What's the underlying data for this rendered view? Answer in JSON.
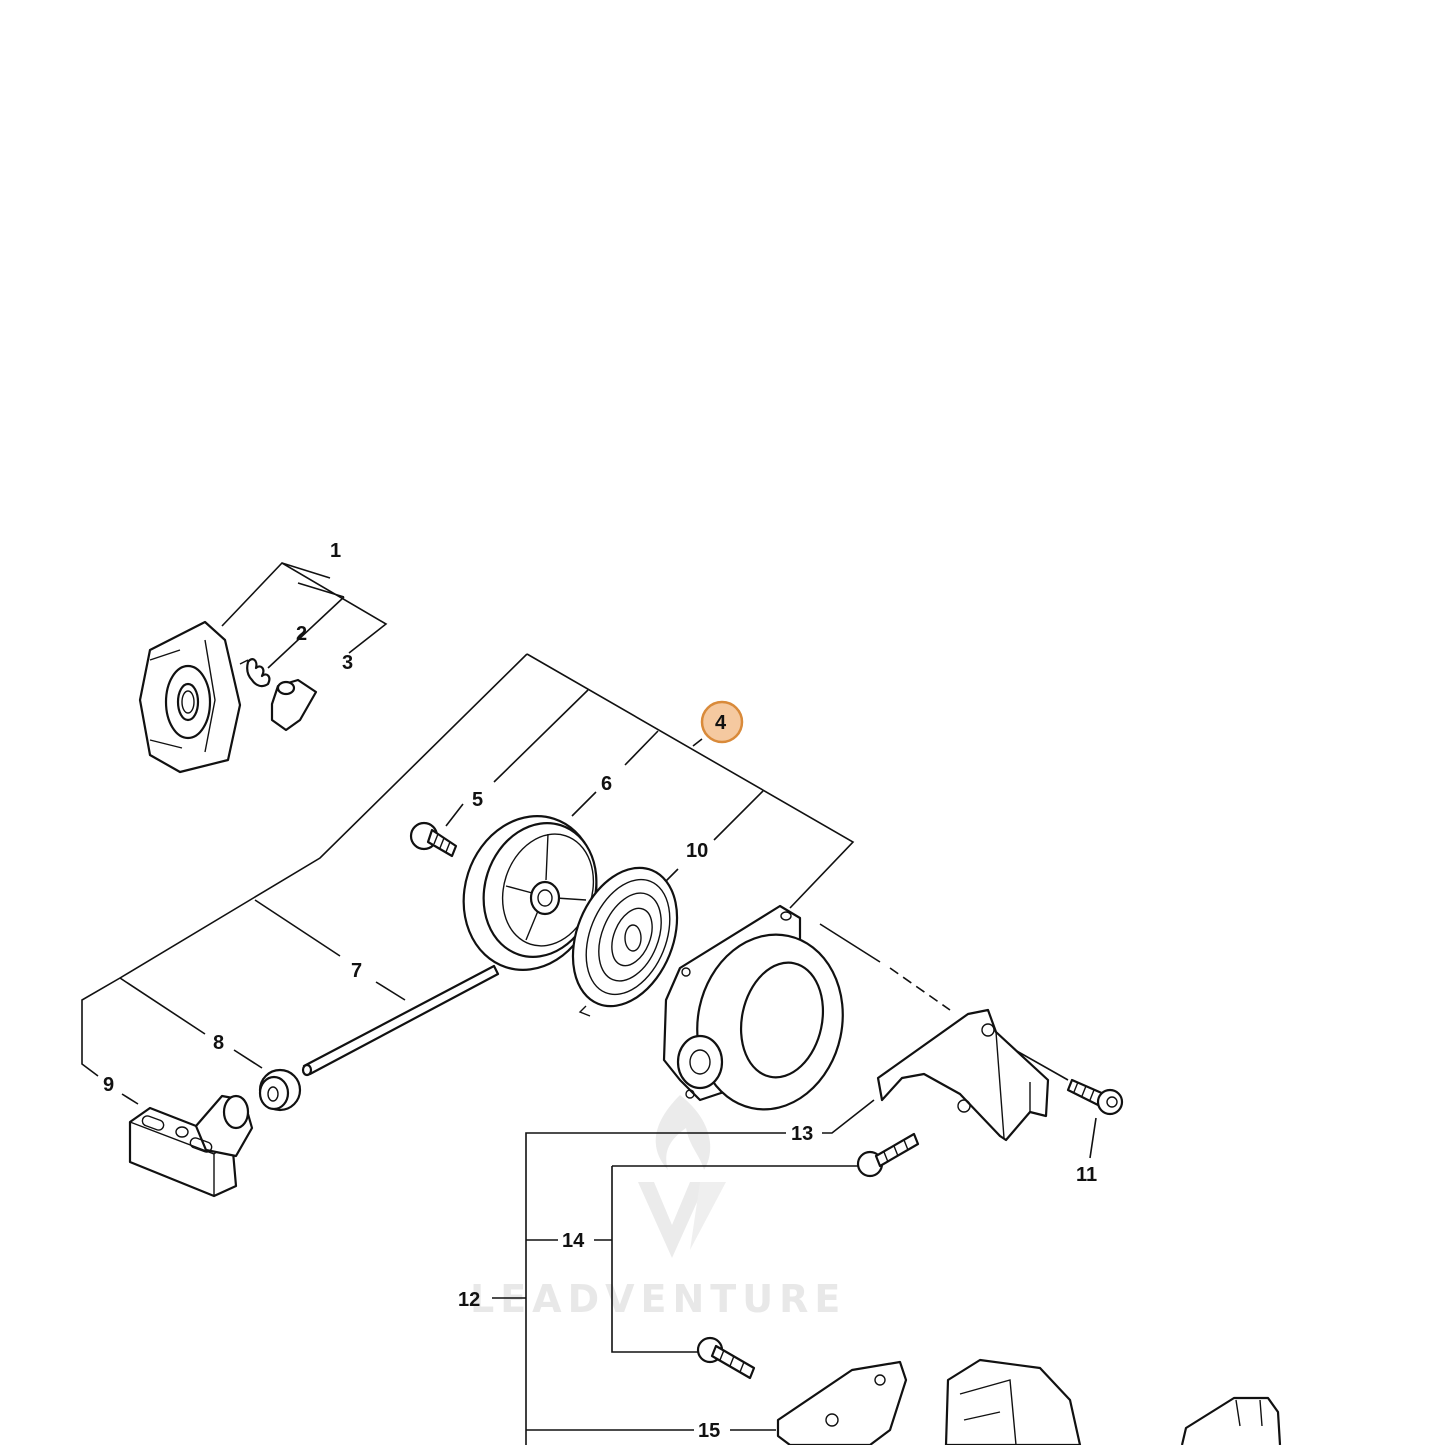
{
  "callouts": [
    "1",
    "2",
    "3",
    "4",
    "5",
    "6",
    "7",
    "8",
    "9",
    "10",
    "11",
    "12",
    "13",
    "14",
    "15"
  ],
  "highlighted_callout": "4",
  "highlight_color": "#f5c9a0",
  "highlight_stroke": "#d98a3a",
  "watermark": {
    "text": "LEADVENTURE",
    "icon": "flame-v-logo-icon"
  }
}
